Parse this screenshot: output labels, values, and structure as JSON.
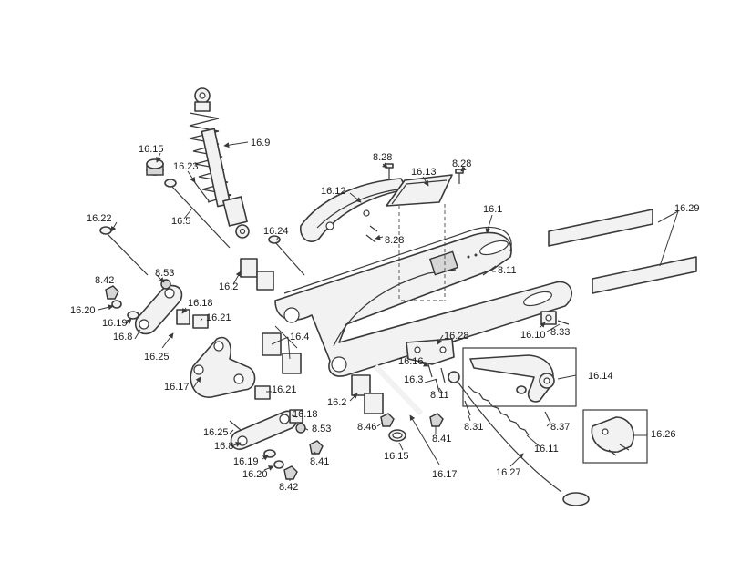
{
  "labels": {
    "l_16_15a": "16.15",
    "l_16_9": "16.9",
    "l_16_23": "16.23",
    "l_16_5": "16.5",
    "l_16_22": "16.22",
    "l_16_24": "16.24",
    "l_8_28a": "8.28",
    "l_8_28b": "8.28",
    "l_8_28c": "8.28",
    "l_16_13": "16.13",
    "l_16_12": "16.12",
    "l_16_1": "16.1",
    "l_16_29": "16.29",
    "l_8_42a": "8.42",
    "l_8_53a": "8.53",
    "l_16_20a": "16.20",
    "l_16_19a": "16.19",
    "l_16_8a": "16.8",
    "l_16_18a": "16.18",
    "l_16_21a": "16.21",
    "l_16_25a": "16.25",
    "l_16_2a": "16.2",
    "l_8_11a": "8.11",
    "l_16_10": "16.10",
    "l_8_33": "8.33",
    "l_16_4": "16.4",
    "l_16_28": "16.28",
    "l_16_16": "16.16",
    "l_16_14": "16.14",
    "l_16_3": "16.3",
    "l_8_11b": "8.11",
    "l_16_17a": "16.17",
    "l_16_21b": "16.21",
    "l_16_2b": "16.2",
    "l_16_18b": "16.18",
    "l_8_53b": "8.53",
    "l_16_25b": "16.25",
    "l_16_8b": "16.8",
    "l_8_46": "8.46",
    "l_8_41a": "8.41",
    "l_8_31": "8.31",
    "l_8_37": "8.37",
    "l_16_26": "16.26",
    "l_16_11": "16.11",
    "l_16_19b": "16.19",
    "l_8_41b": "8.41",
    "l_16_15b": "16.15",
    "l_16_17b": "16.17",
    "l_16_27": "16.27",
    "l_16_20b": "16.20",
    "l_8_42b": "8.42"
  }
}
